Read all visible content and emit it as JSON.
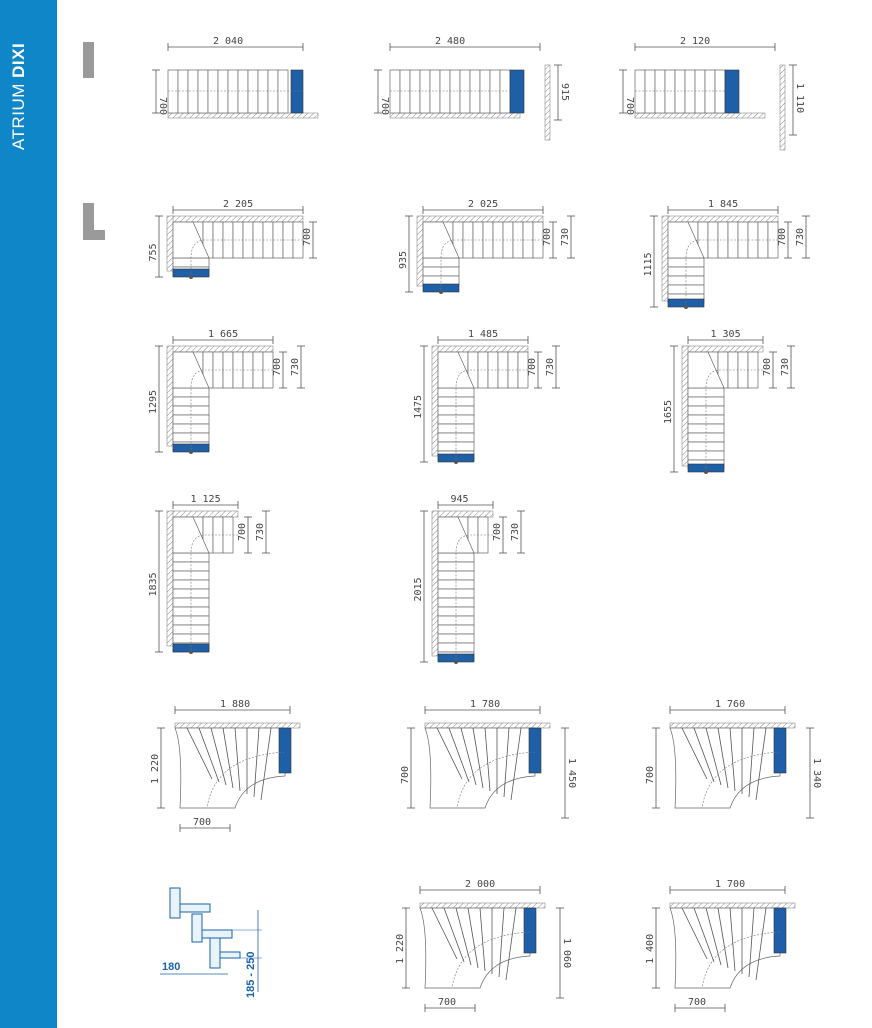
{
  "brand": {
    "prefix": "ATRIUM",
    "name": "DIXI"
  },
  "colors": {
    "sidebar": "#0e86c7",
    "accent": "#1e5fa8"
  },
  "section_icons": [
    "straight-section-icon",
    "l-shape-section-icon"
  ],
  "straight": [
    {
      "width": "2 040",
      "depth": "700"
    },
    {
      "width": "2 480",
      "depth": "700",
      "right": "915"
    },
    {
      "width": "2 120",
      "depth": "700",
      "right": "1 110"
    }
  ],
  "lshape": [
    {
      "width": "2 205",
      "left": "755",
      "r1": "700"
    },
    {
      "width": "2 025",
      "left": "935",
      "r1": "700",
      "r2": "730"
    },
    {
      "width": "1 845",
      "left": "1115",
      "r1": "700",
      "r2": "730"
    },
    {
      "width": "1 665",
      "left": "1295",
      "r1": "700",
      "r2": "730"
    },
    {
      "width": "1 485",
      "left": "1475",
      "r1": "700",
      "r2": "730"
    },
    {
      "width": "1 305",
      "left": "1655",
      "r1": "700",
      "r2": "730"
    },
    {
      "width": "1 125",
      "left": "1835",
      "r1": "700",
      "r2": "730"
    },
    {
      "width": "945",
      "left": "2015",
      "r1": "700",
      "r2": "730"
    }
  ],
  "curved": [
    {
      "width": "1 880",
      "left": "1 220",
      "bottom": "700"
    },
    {
      "width": "1 780",
      "left": "700",
      "right": "1 450"
    },
    {
      "width": "1 760",
      "left": "700",
      "right": "1 340"
    },
    {
      "width": "2 000",
      "left": "1 220",
      "right": "1 060",
      "bottom": "700"
    },
    {
      "width": "1 700",
      "left": "1 400",
      "bottom": "700"
    }
  ],
  "detail": {
    "tread": "180",
    "rise": "185 - 250"
  }
}
